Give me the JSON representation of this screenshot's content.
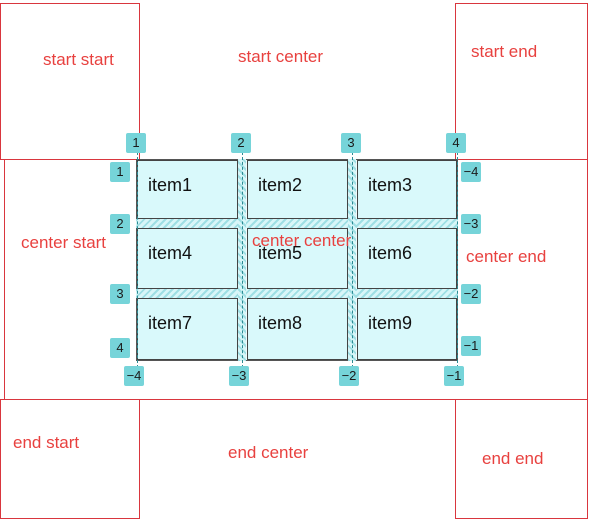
{
  "areas": {
    "start_start": "start start",
    "start_center": "start center",
    "start_end": "start end",
    "center_start": "center start",
    "center_center": "center center",
    "center_end": "center end",
    "end_start": "end start",
    "end_center": "end center",
    "end_end": "end end"
  },
  "items": [
    "item1",
    "item2",
    "item3",
    "item4",
    "item5",
    "item6",
    "item7",
    "item8",
    "item9"
  ],
  "lines": {
    "col_top": [
      "1",
      "2",
      "3",
      "4"
    ],
    "col_bottom": [
      "−4",
      "−3",
      "−2",
      "−1"
    ],
    "row_left": [
      "1",
      "2",
      "3",
      "4"
    ],
    "row_right": [
      "−4",
      "−3",
      "−2",
      "−1"
    ]
  },
  "colors": {
    "region_border": "#d9363e",
    "label": "#e8413f",
    "badge": "#76d4d9",
    "cell": "#d9f9fb"
  }
}
